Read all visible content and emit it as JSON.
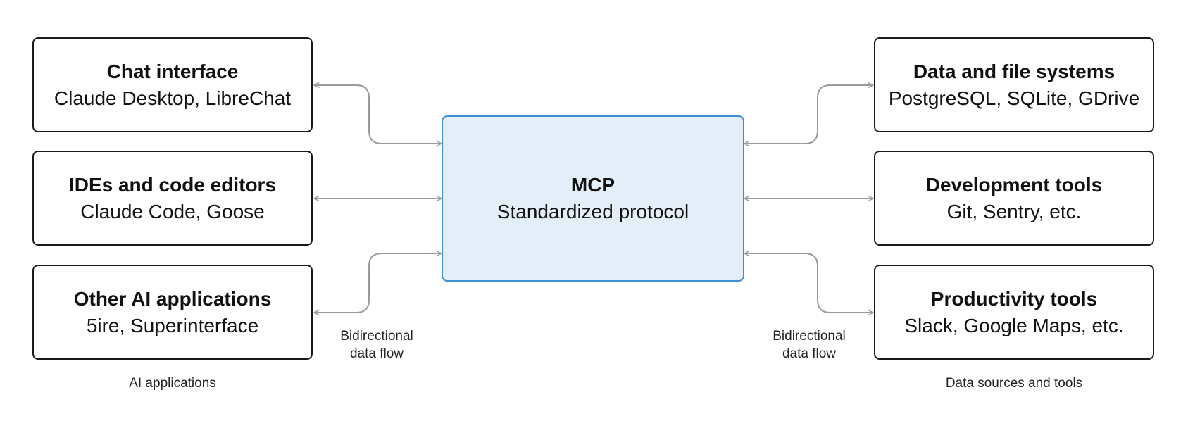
{
  "left_group": {
    "caption": "AI applications",
    "boxes": [
      {
        "title": "Chat interface",
        "subtitle": "Claude Desktop, LibreChat"
      },
      {
        "title": "IDEs and code editors",
        "subtitle": "Claude Code, Goose"
      },
      {
        "title": "Other AI applications",
        "subtitle": "5ire, Superinterface"
      }
    ]
  },
  "center": {
    "title": "MCP",
    "subtitle": "Standardized protocol"
  },
  "right_group": {
    "caption": "Data sources and tools",
    "boxes": [
      {
        "title": "Data and file systems",
        "subtitle": "PostgreSQL, SQLite, GDrive"
      },
      {
        "title": "Development tools",
        "subtitle": "Git, Sentry, etc."
      },
      {
        "title": "Productivity tools",
        "subtitle": "Slack, Google Maps, etc."
      }
    ]
  },
  "flow_labels": {
    "left_line1": "Bidirectional",
    "left_line2": "data flow",
    "right_line1": "Bidirectional",
    "right_line2": "data flow"
  },
  "colors": {
    "center_fill": "#e3eef9",
    "center_border": "#3f8fd6",
    "box_border": "#1a1a1a",
    "connector": "#9a9a9a"
  }
}
